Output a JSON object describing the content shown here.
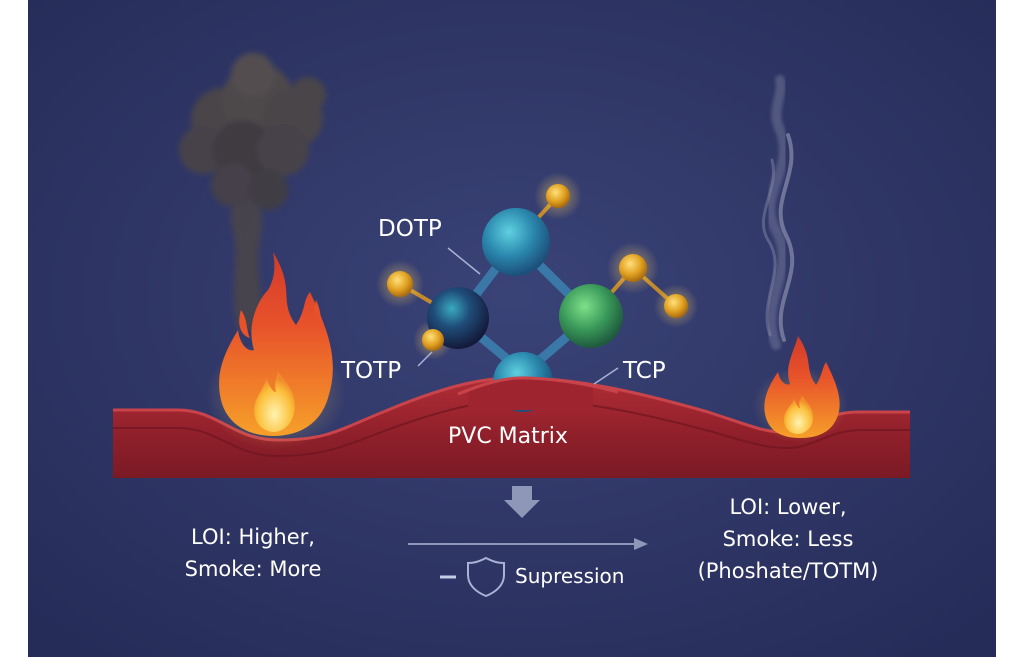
{
  "labels": {
    "dotp": "DOTP",
    "totp": "TOTP",
    "tcp": "TCP",
    "matrix": "PVC Matrix"
  },
  "left_side": {
    "line1": "LOI: Higher,",
    "line2": "Smoke: More"
  },
  "right_side": {
    "line1": "LOI: Lower,",
    "line2": "Smoke: Less",
    "line3": "(Phoshate/TOTM)"
  },
  "suppression": {
    "label": "Supression",
    "icon": "shield-icon"
  },
  "colors": {
    "background": "#2e3566",
    "matrix": "#9b2530",
    "flame_outer": "#e8522a",
    "flame_inner": "#fde28a",
    "smoke": "#4a4548",
    "atom_blue": "#2f8fb0",
    "atom_green": "#3b9c5a",
    "atom_gold": "#e0a020"
  }
}
